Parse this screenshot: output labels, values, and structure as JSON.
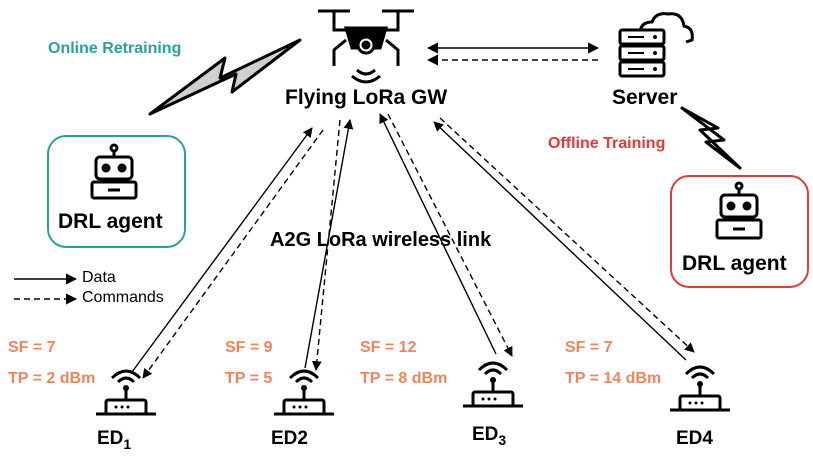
{
  "title": "Flying LoRa GW",
  "server_label": "Server",
  "online_retraining": "Online Retraining",
  "offline_training": "Offline Training",
  "link_label": "A2G LoRa wireless link",
  "agent_left_label": "DRL agent",
  "agent_right_label": "DRL agent",
  "legend": {
    "data": "Data",
    "commands": "Commands"
  },
  "devices": [
    {
      "name": "ED",
      "sub": "1",
      "sf": "SF = 7",
      "tp": "TP = 2 dBm"
    },
    {
      "name": "ED2",
      "sub": "",
      "sf": "SF = 9",
      "tp": "TP = 5"
    },
    {
      "name": "ED",
      "sub": "3",
      "sf": "SF = 12",
      "tp": "TP = 8 dBm"
    },
    {
      "name": "ED4",
      "sub": "",
      "sf": "SF = 7",
      "tp": "TP = 14 dBm"
    }
  ],
  "colors": {
    "teal": "#2aa198",
    "red": "#e53935",
    "salmon": "#f0845b",
    "black": "#000000"
  },
  "icons": [
    "drone-icon",
    "server-icon",
    "cloud-icon",
    "robot-icon",
    "lightning-icon",
    "gateway-device-icon",
    "wifi-icon"
  ]
}
